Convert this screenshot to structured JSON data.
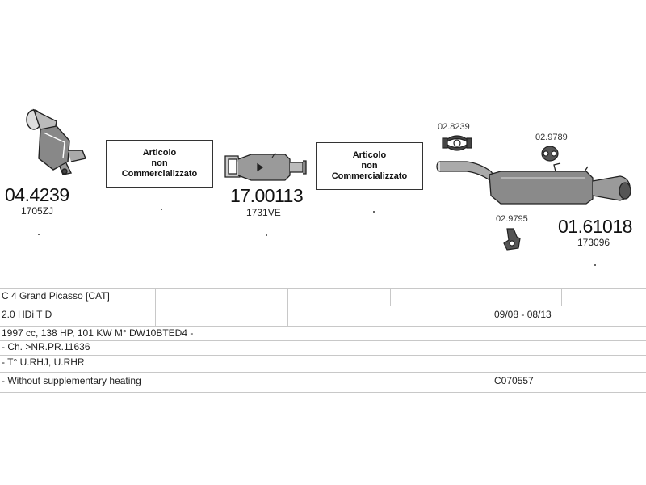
{
  "parts": [
    {
      "code": "04.4239",
      "ref": "1705ZJ",
      "icon": "catalytic-converter-icon"
    },
    {
      "code": "17.00113",
      "ref": "1731VE",
      "icon": "particulate-filter-icon"
    },
    {
      "code": "01.61018",
      "ref": "173096",
      "icon": "rear-silencer-icon"
    }
  ],
  "accessories": [
    {
      "code": "02.8239",
      "icon": "clamp-icon"
    },
    {
      "code": "02.9789",
      "icon": "rubber-mount-icon"
    },
    {
      "code": "02.9795",
      "icon": "bracket-icon"
    }
  ],
  "not_available": {
    "line1": "Articolo",
    "line2": "non",
    "line3": "Commercializzato"
  },
  "vehicle": {
    "model": "C 4 Grand Picasso  [CAT]",
    "engine": "2.0 HDi T D",
    "period": "09/08 - 08/13",
    "spec": "1997 cc, 138 HP, 101 KW M° DW10BTED4 -",
    "chassis": "- Ch. >NR.PR.11636",
    "type": "- T° U.RHJ, U.RHR",
    "note": "- Without supplementary heating",
    "catalogue": "C070557"
  }
}
